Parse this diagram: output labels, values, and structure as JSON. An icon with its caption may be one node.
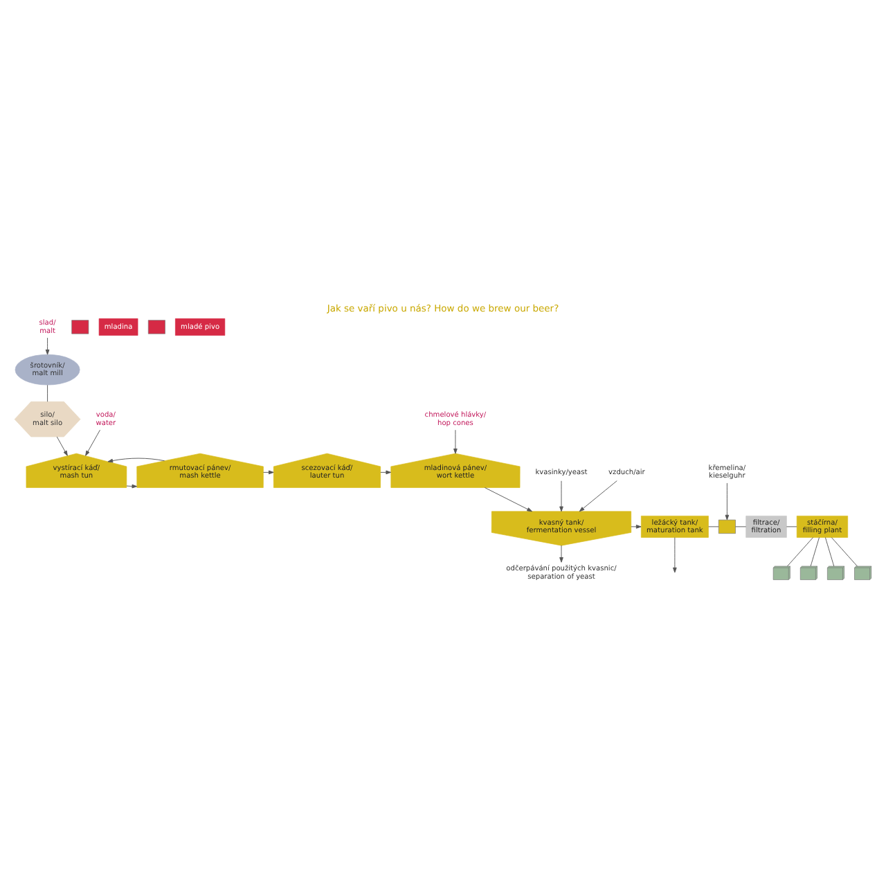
{
  "diagram": {
    "title": "Jak se vaří pivo u nás? How do we brew our beer?",
    "nodes": [
      {
        "text": [
          "slad/ malt"
        ]
      },
      {
        "text": [
          "šrotovník/ malt mill"
        ]
      },
      {
        "text": [
          "silo/ malt silo"
        ]
      },
      {
        "text": [
          "voda/ water"
        ]
      },
      {
        "text": [
          "vystírací káď/ mash tun"
        ]
      },
      {
        "text": [
          "rmutovací pánev/ mash kettle"
        ]
      },
      {
        "text": [
          "scezovací káď/ lauter tun"
        ]
      },
      {
        "text": [
          "chmelové hlávky/ hop cones"
        ]
      },
      {
        "text": [
          "mladinová pánev/ wort kettle"
        ]
      },
      {
        "text": [
          "kvasinky/yeast"
        ]
      },
      {
        "text": [
          "vzduch/air"
        ]
      },
      {
        "text": [
          "kvasný tank/ fermentation vessel"
        ]
      },
      {
        "text": [
          "ležácký tank/ maturation tank"
        ]
      },
      {
        "text": [
          "křemelina/ kieselguhr"
        ]
      },
      {
        "text": [],
        "shape": "box"
      },
      {
        "text": [
          "filtrace/ filtration"
        ]
      },
      {
        "text": [
          "stáčírna/ filling plant"
        ]
      },
      {
        "text": [],
        "shape": "picture"
      },
      {
        "text": [],
        "shape": "picture"
      },
      {
        "text": [],
        "shape": "picture"
      },
      {
        "text": [],
        "shape": "picture"
      },
      {
        "text": [
          "odčerpávání použitých kvasnic/ separation of yeast"
        ]
      },
      {
        "text": [],
        "shape": "bar"
      },
      {
        "text": [],
        "shape": "bar"
      },
      {
        "text": [
          "mladina"
        ]
      },
      {
        "text": [
          "mladé pivo"
        ]
      }
    ],
    "edges": [
      {
        "from": 0,
        "to": 1,
        "arrow": "to"
      },
      {
        "from": 1,
        "to": 2,
        "arrow": "none"
      },
      {
        "from": 2,
        "to": 4,
        "arrow": "to"
      },
      {
        "from": 3,
        "to": 4,
        "arrow": "to"
      },
      {
        "from": 4,
        "to": 5,
        "arrow": "to"
      },
      {
        "from": 5,
        "to": 4,
        "arrow": "to"
      },
      {
        "from": 5,
        "to": 6,
        "arrow": "to"
      },
      {
        "from": 6,
        "to": 8,
        "arrow": "to"
      },
      {
        "from": 7,
        "to": 8,
        "arrow": "to"
      },
      {
        "from": 8,
        "to": 11,
        "arrow": "to"
      },
      {
        "from": 9,
        "to": 11,
        "arrow": "to"
      },
      {
        "from": 10,
        "to": 11,
        "arrow": "to"
      },
      {
        "from": 11,
        "to": 12,
        "arrow": "to"
      },
      {
        "from": 11,
        "to": 21,
        "arrow": "to"
      },
      {
        "from": 12,
        "to": null,
        "arrow": "to"
      },
      {
        "from": 13,
        "to": 14,
        "arrow": "to"
      },
      {
        "from": 12,
        "to": 14,
        "arrow": "none"
      },
      {
        "from": 14,
        "to": 15,
        "arrow": "none"
      },
      {
        "from": 15,
        "to": 16,
        "arrow": "none"
      },
      {
        "from": 16,
        "to": 17,
        "arrow": "none"
      },
      {
        "from": 16,
        "to": 18,
        "arrow": "none"
      },
      {
        "from": 16,
        "to": 19,
        "arrow": "none"
      },
      {
        "from": 16,
        "to": 20,
        "arrow": "none"
      }
    ]
  }
}
